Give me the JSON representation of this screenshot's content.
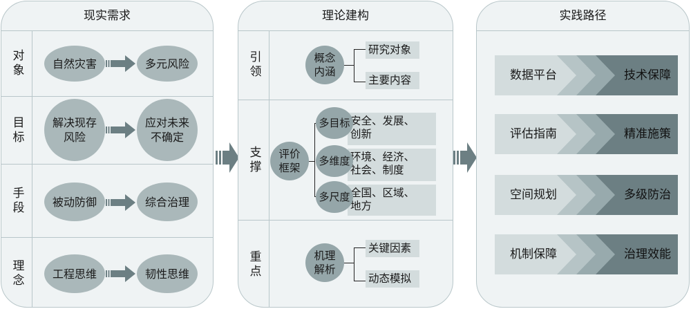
{
  "panels": {
    "needs": {
      "title": "现实需求",
      "rows": [
        {
          "label": "对象",
          "from": "自然灾害",
          "to": "多元风险"
        },
        {
          "label": "目标",
          "from": "解决现存风险",
          "to": "应对未来不确定"
        },
        {
          "label": "手段",
          "from": "被动防御",
          "to": "综合治理"
        },
        {
          "label": "理念",
          "from": "工程思维",
          "to": "韧性思维"
        }
      ]
    },
    "theory": {
      "title": "理论建构",
      "lead": {
        "label": "引领",
        "node": "概念内涵",
        "items": [
          "研究对象",
          "主要内容"
        ]
      },
      "support": {
        "label": "支撑",
        "node": "评价框架",
        "branches": [
          {
            "node": "多目标",
            "detail": "安全、发展、创新"
          },
          {
            "node": "多维度",
            "detail": "环境、经济、社会、制度"
          },
          {
            "node": "多尺度",
            "detail": "全国、区域、地方"
          }
        ]
      },
      "focus": {
        "label": "重点",
        "node": "机理解析",
        "items": [
          "关键因素",
          "动态模拟"
        ]
      }
    },
    "practice": {
      "title": "实践路径",
      "rows": [
        {
          "from": "数据平台",
          "to": "技术保障"
        },
        {
          "from": "评估指南",
          "to": "精准施策"
        },
        {
          "from": "空间规划",
          "to": "多级防治"
        },
        {
          "from": "机制保障",
          "to": "治理效能"
        }
      ]
    }
  },
  "colors": {
    "panel_bg": "#eff3f4",
    "border": "#b8c6c9",
    "ellipse": "#aab8ba",
    "circle": "#95a6a9",
    "tag": "#d3dcdd",
    "arrow": "#6c7f83",
    "dark": "#6c7f83"
  }
}
